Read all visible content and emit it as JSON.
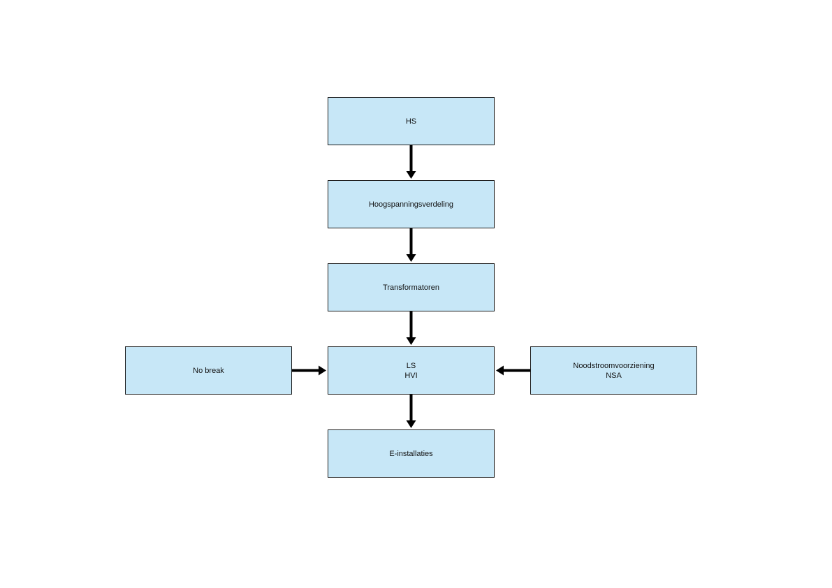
{
  "colors": {
    "node_fill": "#c7e7f7",
    "node_border": "#1a1a1a",
    "arrow": "#000000"
  },
  "nodes": {
    "hs": {
      "lines": [
        "HS"
      ]
    },
    "hoogspanningsverdeling": {
      "lines": [
        "Hoogspanningsverdeling"
      ]
    },
    "transformatoren": {
      "lines": [
        "Transformatoren"
      ]
    },
    "ls_hvi": {
      "lines": [
        "LS",
        "HVI"
      ]
    },
    "no_break": {
      "lines": [
        "No break"
      ]
    },
    "noodstroomvoorziening": {
      "lines": [
        "Noodstroomvoorziening",
        "NSA"
      ]
    },
    "e_installaties": {
      "lines": [
        "E-installaties"
      ]
    }
  },
  "edges": [
    {
      "from": "hs",
      "to": "hoogspanningsverdeling"
    },
    {
      "from": "hoogspanningsverdeling",
      "to": "transformatoren"
    },
    {
      "from": "transformatoren",
      "to": "ls_hvi"
    },
    {
      "from": "no_break",
      "to": "ls_hvi"
    },
    {
      "from": "noodstroomvoorziening",
      "to": "ls_hvi"
    },
    {
      "from": "ls_hvi",
      "to": "e_installaties"
    }
  ]
}
